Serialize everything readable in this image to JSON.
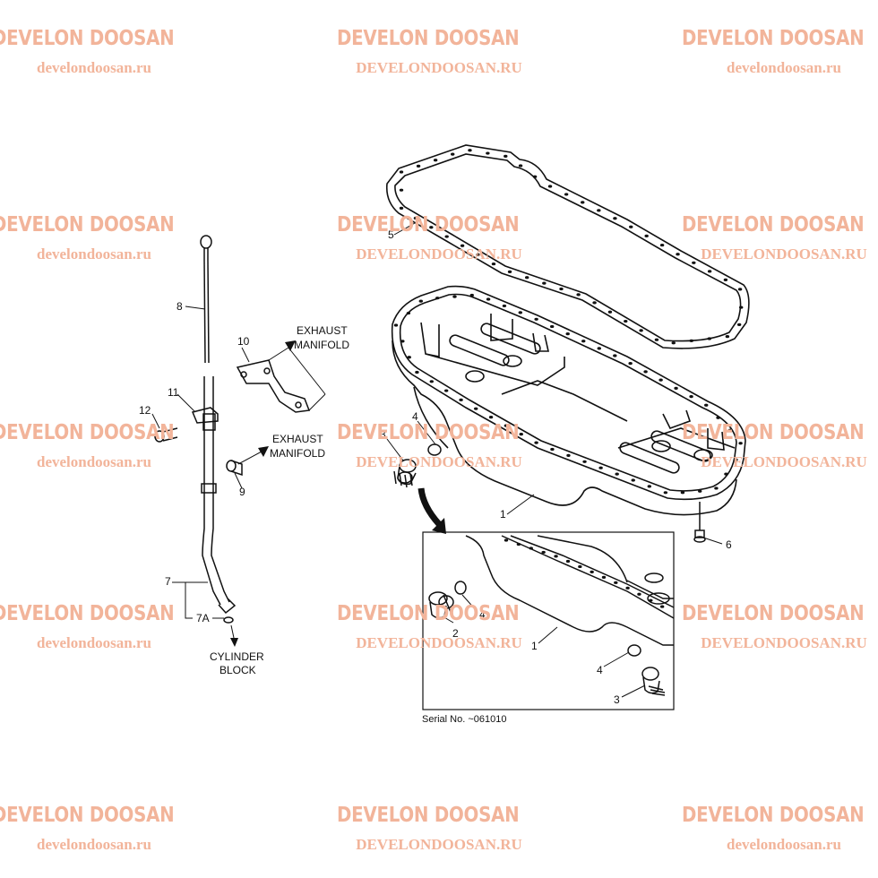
{
  "watermark": {
    "brand_text": "DEVELON DOOSAN",
    "site_lower": "develondoosan.ru",
    "site_upper": "DEVELONDOOSAN.RU",
    "color": "#f2b49a",
    "icon": "develon-logo-icon"
  },
  "callouts": {
    "c1": "1",
    "c1b": "1",
    "c2": "2",
    "c3": "3",
    "c3b": "3",
    "c4": "4",
    "c4b": "4",
    "c4c": "4",
    "c5": "5",
    "c6": "6",
    "c7": "7",
    "c7a": "7A",
    "c8": "8",
    "c9": "9",
    "c10": "10",
    "c11": "11",
    "c12": "12"
  },
  "notes": {
    "exhaust_top_1": "EXHAUST",
    "exhaust_top_2": "MANIFOLD",
    "exhaust_mid_1": "EXHAUST",
    "exhaust_mid_2": "MANIFOLD",
    "cylinder_1": "CYLINDER",
    "cylinder_2": "BLOCK",
    "serial": "Serial No. ~061010"
  }
}
